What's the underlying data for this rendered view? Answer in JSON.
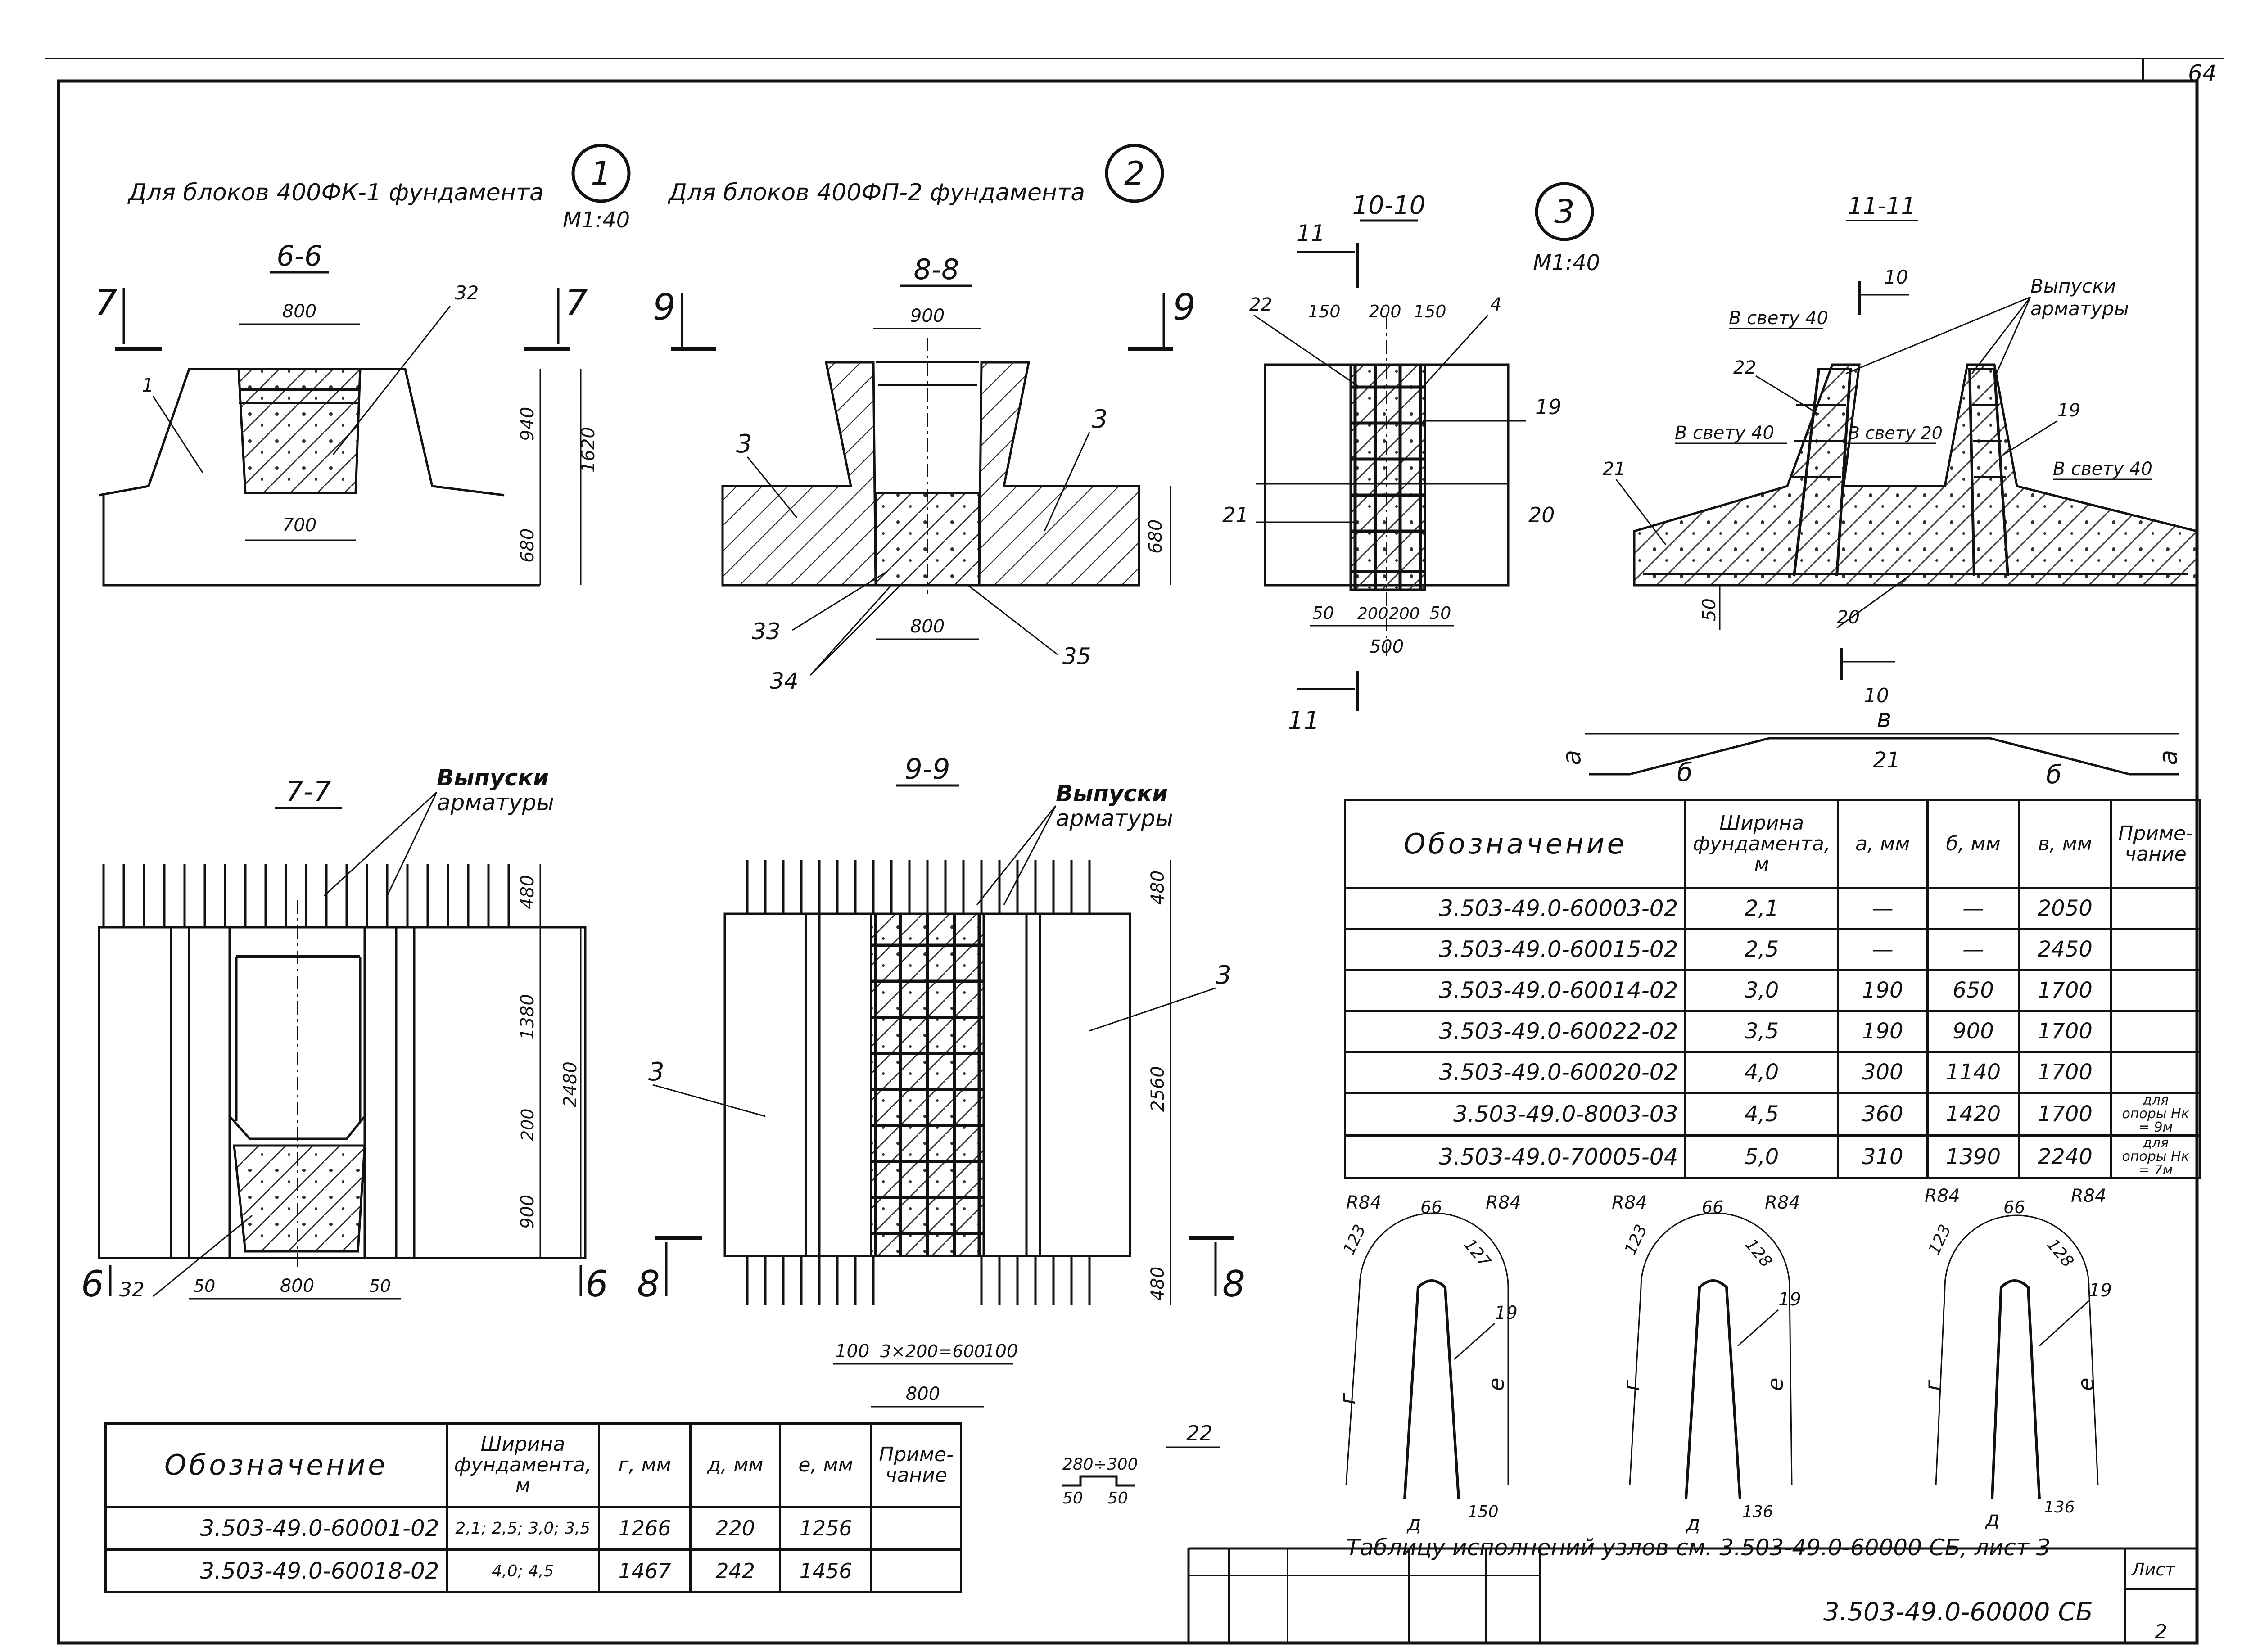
{
  "sheet": {
    "number": "64",
    "designation": "3.503-49.0-60000 СБ",
    "list_label": "Лист",
    "list_number": "2",
    "footer_note": "Таблицу исполнений узлов см. 3.503-49.0-60000 СБ, лист 3"
  },
  "headers": {
    "h1": "Для блоков 400ФК-1 фундамента",
    "h1_num": "1",
    "h1_scale": "М1:40",
    "h2": "Для блоков 400ФП-2 фундамента",
    "h2_num": "2",
    "h3_num": "3",
    "h3_scale": "М1:40"
  },
  "sections": {
    "s66": "6-6",
    "s88": "8-8",
    "s1010": "10-10",
    "s1111": "11-11",
    "s77": "7-7",
    "s99": "9-9",
    "sv": "в"
  },
  "labels": {
    "vypuski1": "Выпуски",
    "vypuski2": "арматуры",
    "sv40": "В свету 40",
    "sv20": "В свету 20"
  },
  "dims": {
    "d800": "800",
    "d700": "700",
    "d940": "940",
    "d1620": "1620",
    "d680": "680",
    "d900": "900",
    "d150": "150",
    "d200": "200",
    "d50": "50",
    "d500": "500",
    "d480": "480",
    "d1380": "1380",
    "d2480": "2480",
    "d2560": "2560",
    "d100": "100",
    "d3x200": "3×200=600",
    "d280": "280÷300",
    "r84": "R84",
    "d66": "66",
    "d123": "123",
    "d127": "127",
    "d128": "128",
    "d136": "136"
  },
  "table_right": {
    "headers": [
      "Обозначение",
      "Ширина фундамента, м",
      "а, мм",
      "б, мм",
      "в, мм",
      "Приме-чание"
    ],
    "rows": [
      [
        "3.503-49.0-60003-02",
        "2,1",
        "—",
        "—",
        "2050",
        ""
      ],
      [
        "3.503-49.0-60015-02",
        "2,5",
        "—",
        "—",
        "2450",
        ""
      ],
      [
        "3.503-49.0-60014-02",
        "3,0",
        "190",
        "650",
        "1700",
        ""
      ],
      [
        "3.503-49.0-60022-02",
        "3,5",
        "190",
        "900",
        "1700",
        ""
      ],
      [
        "3.503-49.0-60020-02",
        "4,0",
        "300",
        "1140",
        "1700",
        ""
      ],
      [
        "3.503-49.0-8003-03",
        "4,5",
        "360",
        "1420",
        "1700",
        "для опоры Нк = 9м"
      ],
      [
        "3.503-49.0-70005-04",
        "5,0",
        "310",
        "1390",
        "2240",
        "для опоры Нк = 7м"
      ]
    ]
  },
  "table_left": {
    "headers": [
      "Обозначение",
      "Ширина фундамента, м",
      "г, мм",
      "д, мм",
      "е, мм",
      "Приме-чание"
    ],
    "rows": [
      [
        "3.503-49.0-60001-02",
        "2,1; 2,5; 3,0; 3,5",
        "1266",
        "220",
        "1256",
        ""
      ],
      [
        "3.503-49.0-60018-02",
        "4,0; 4,5",
        "1467",
        "242",
        "1456",
        ""
      ]
    ]
  }
}
